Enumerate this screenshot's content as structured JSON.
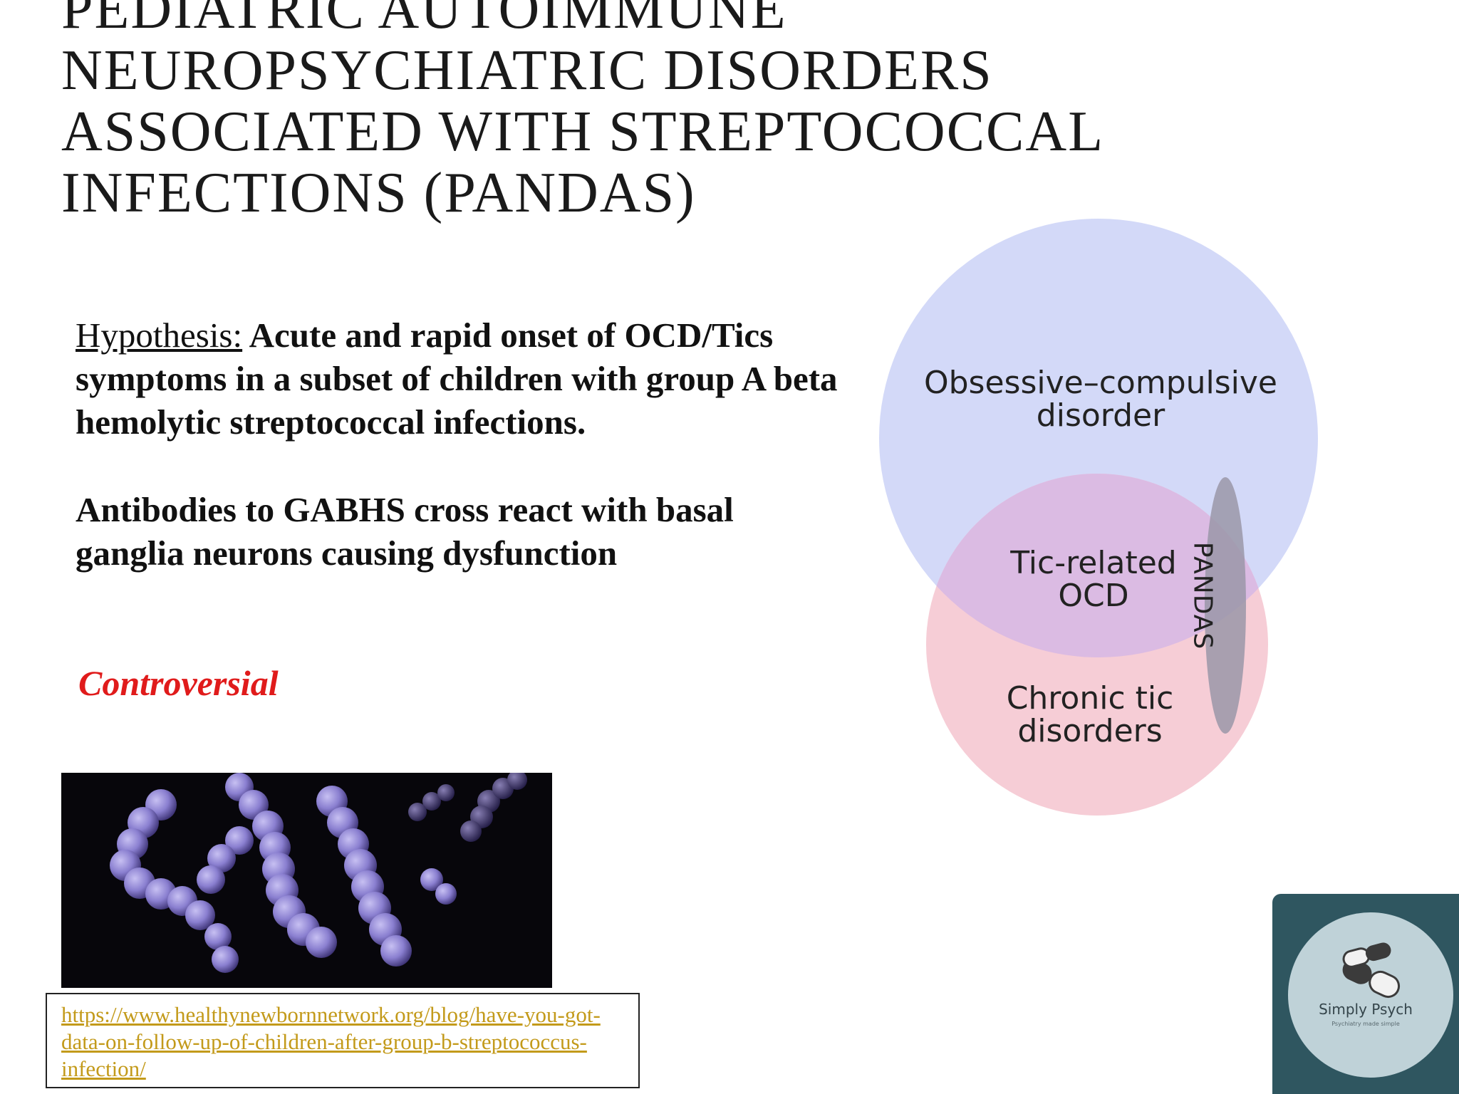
{
  "title": {
    "lines": [
      "PEDIATRIC AUTOIMMUNE",
      "NEUROPSYCHIATRIC DISORDERS",
      "ASSOCIATED WITH STREPTOCOCCAL",
      "INFECTIONS (PANDAS)"
    ]
  },
  "body": {
    "hypothesis_label": "Hypothesis:",
    "hypothesis_text": "Acute and rapid onset of OCD/Tics symptoms in a subset of children with group A beta hemolytic streptococcal infections.",
    "antibodies_text": "Antibodies to GABHS cross react with basal ganglia neurons causing dysfunction",
    "controversial": "Controversial"
  },
  "link": {
    "url": "https://www.healthynewbornnetwork.org/blog/have-you-got-data-on-follow-up-of-children-after-group-b-streptococcus-infection/"
  },
  "venn": {
    "ocd_label_line1": "Obsessive–compulsive",
    "ocd_label_line2": "disorder",
    "tic_ocd_line1": "Tic-related",
    "tic_ocd_line2": "OCD",
    "chronic_line1": "Chronic tic",
    "chronic_line2": "disorders",
    "pandas_label": "PANDAS",
    "colors": {
      "ocd_circle": "#d3d9f8",
      "tic_circle": "#f6cdd6",
      "overlap": "#dbbbe3",
      "pandas_ellipse": "#9a96a8"
    }
  },
  "logo": {
    "name": "Simply Psych",
    "tagline": "Psychiatry made simple"
  }
}
